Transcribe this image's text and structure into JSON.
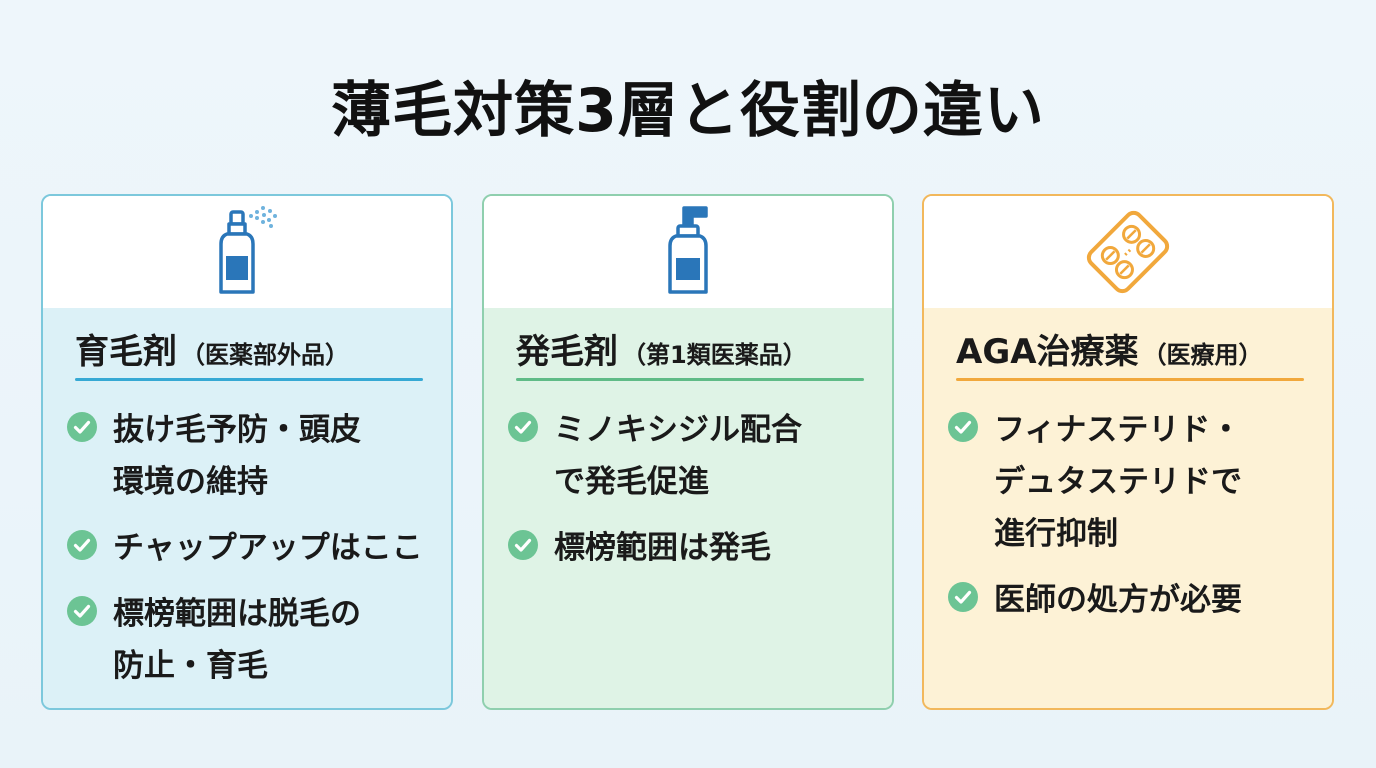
{
  "title": "薄毛対策3層と役割の違い",
  "colors": {
    "blue_accent": "#36a9d4",
    "green_accent": "#5fbb87",
    "orange_accent": "#f1a83c",
    "check_green": "#6cc494"
  },
  "cards": [
    {
      "icon": "spray-bottle-icon",
      "heading": "育毛剤",
      "subheading": "（医薬部外品）",
      "points": [
        [
          "抜け毛予防・頭皮",
          "環境の維持"
        ],
        [
          "チャップアップはここ"
        ],
        [
          "標榜範囲は脱毛の",
          "防止・育毛"
        ]
      ]
    },
    {
      "icon": "nozzle-bottle-icon",
      "heading": "発毛剤",
      "subheading": "（第1類医薬品）",
      "points": [
        [
          "ミノキシジル配合",
          "で発毛促進"
        ],
        [
          "標榜範囲は発毛"
        ]
      ]
    },
    {
      "icon": "pill-blister-icon",
      "heading": "AGA治療薬",
      "subheading": "（医療用）",
      "points": [
        [
          "フィナステリド・",
          "デュタステリドで",
          "進行抑制"
        ],
        [
          "医師の処方が必要"
        ]
      ]
    }
  ]
}
